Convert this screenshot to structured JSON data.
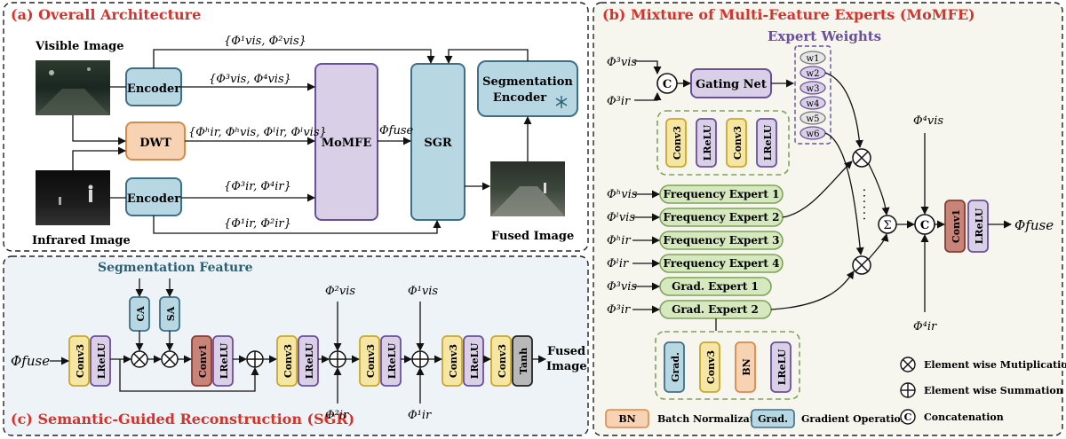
{
  "panels": {
    "a": {
      "title": "(a) Overall Architecture"
    },
    "b": {
      "title": "(b) Mixture of Multi-Feature Experts (MoMFE)"
    },
    "c": {
      "title": "(c) Semantic-Guided Reconstruction (SGR)"
    }
  },
  "overall": {
    "visible_image_label": "Visible Image",
    "infrared_image_label": "Infrared Image",
    "fused_image_label": "Fused Image",
    "encoder_label": "Encoder",
    "dwt_label": "DWT",
    "momfe_label": "MoMFE",
    "sgr_label": "SGR",
    "seg_encoder_label_1": "Segmentation",
    "seg_encoder_label_2": "Encoder",
    "phi_fuse_label": "Φfuse",
    "vis12_label": "{Φ¹vis, Φ²vis}",
    "vis34_label": "{Φ³vis, Φ⁴vis}",
    "dwt_out_label": "{Φʰir, Φʰvis, Φˡir, Φˡvis}",
    "ir34_label": "{Φ³ir, Φ⁴ir}",
    "ir12_label": "{Φ¹ir, Φ²ir}"
  },
  "momfe": {
    "expert_weights_title": "Expert Weights",
    "gating_net_label": "Gating Net",
    "concat_symbol": "C",
    "sum_symbol": "Σ",
    "weights": [
      "w1",
      "w2",
      "w3",
      "w4",
      "w5",
      "w6"
    ],
    "conv3_label": "Conv3",
    "lrelu_label": "LReLU",
    "conv1_label": "Conv1",
    "grad_label": "Grad.",
    "bn_label": "BN",
    "experts": [
      "Frequency Expert 1",
      "Frequency Expert 2",
      "Frequency Expert 3",
      "Frequency Expert 4",
      "Grad. Expert 1",
      "Grad. Expert 2"
    ],
    "expert_inputs": [
      "Φʰvis",
      "Φˡvis",
      "Φʰir",
      "Φˡir",
      "Φ³vis",
      "Φ³ir"
    ],
    "gate_inputs": [
      "Φ³vis",
      "Φ³ir"
    ],
    "phi4vis_label": "Φ⁴vis",
    "phi4ir_label": "Φ⁴ir",
    "output_label": "Φfuse",
    "dots": "......"
  },
  "legend": {
    "bn_box": "BN",
    "bn_text": "Batch Normalization",
    "grad_box": "Grad.",
    "grad_text": "Gradient Operation",
    "mult_text": "Element wise Mutiplication",
    "sum_text": "Element wise  Summation",
    "concat_symbol": "C",
    "concat_text": "Concatenation"
  },
  "sgr": {
    "seg_feature_label": "Segmentation Feature",
    "input_label": "Φfuse",
    "ca_label": "CA",
    "sa_label": "SA",
    "conv3_label": "Conv3",
    "conv1_label": "Conv1",
    "lrelu_label": "LReLU",
    "tanh_label": "Tanh",
    "output_label_1": "Fused",
    "output_label_2": "Image",
    "phi2vis_label": "Φ²vis",
    "phi2ir_label": "Φ²ir",
    "phi1vis_label": "Φ¹vis",
    "phi1ir_label": "Φ¹ir"
  },
  "colors": {
    "blue_fill": "#b7d8e3",
    "blue_stroke": "#3f6f86",
    "purple_fill": "#d9d0e8",
    "purple_stroke": "#6a4f9c",
    "yellow_fill": "#f5e7a3",
    "yellow_stroke": "#c9a92c",
    "green_fill": "#d6e8bd",
    "green_stroke": "#7ea35a",
    "orange_fill": "#f8d3b3",
    "orange_stroke": "#d98a4a",
    "red_fill": "#c9847a",
    "red_stroke": "#8c3a31",
    "tanh_fill": "#b8b8b8",
    "tanh_stroke": "#222222"
  }
}
